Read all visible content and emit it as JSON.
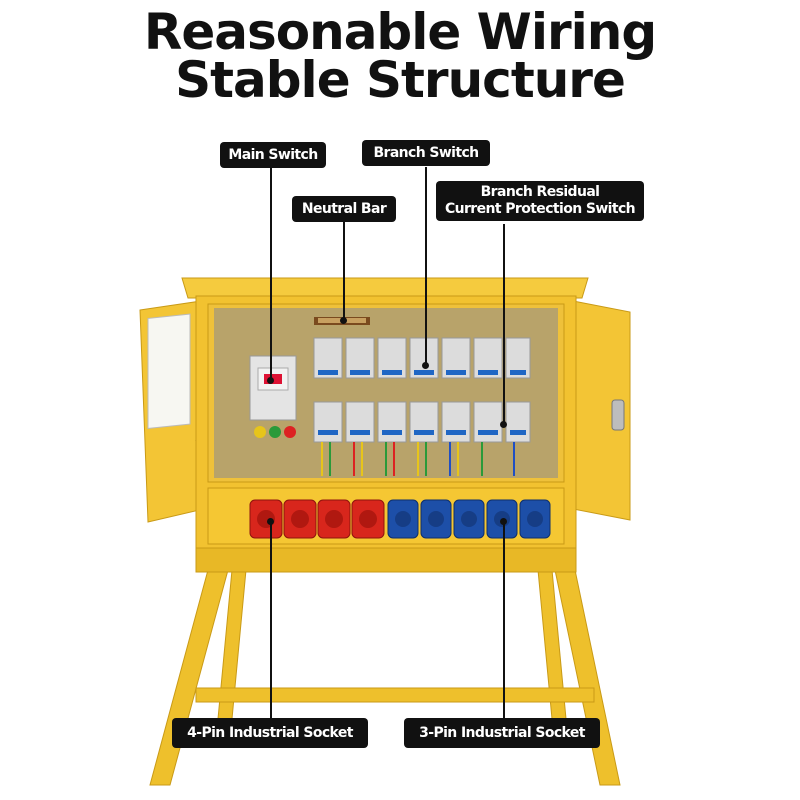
{
  "headline": {
    "line1": "Reasonable Wiring",
    "line2": "Stable Structure"
  },
  "callouts": {
    "main_switch": "Main Switch",
    "neutral_bar": "Neutral Bar",
    "branch_switch": "Branch Switch",
    "rcd_line1": "Branch Residual",
    "rcd_line2": "Current Protection Switch",
    "four_pin_socket": "4-Pin Industrial Socket",
    "three_pin_socket": "3-Pin Industrial Socket"
  },
  "colors": {
    "cabinet_yellow": "#f2c230",
    "cabinet_shadow": "#d9a81f",
    "backplate": "#b8a36a",
    "socket_red": "#d8261c",
    "socket_blue": "#1d4fa8",
    "label_bg": "#111111"
  }
}
